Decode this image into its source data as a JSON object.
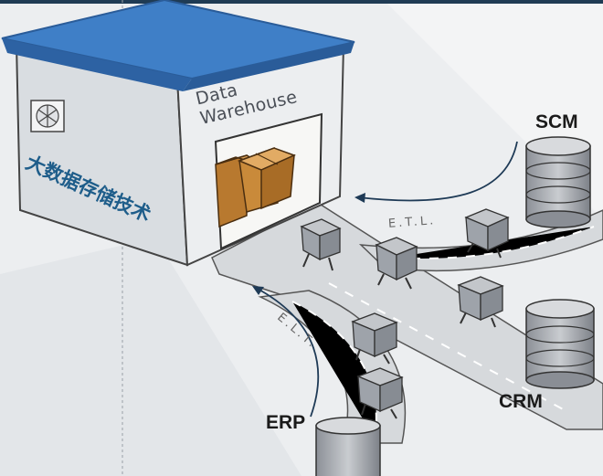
{
  "diagram": {
    "warehouse_label": "Data Warehouse",
    "storage_tech_label": "大数据存储技术",
    "etl_label": "E.T.L.",
    "elt_label": "E.L.T.",
    "sources": {
      "scm": "SCM",
      "crm": "CRM",
      "erp": "ERP"
    },
    "colors": {
      "roof": "#3f7fc7",
      "accent_dark": "#1e5d8a",
      "box": "#c98a3a",
      "cube": "#9ea3aa",
      "top_bar": "#1f3b54"
    }
  }
}
